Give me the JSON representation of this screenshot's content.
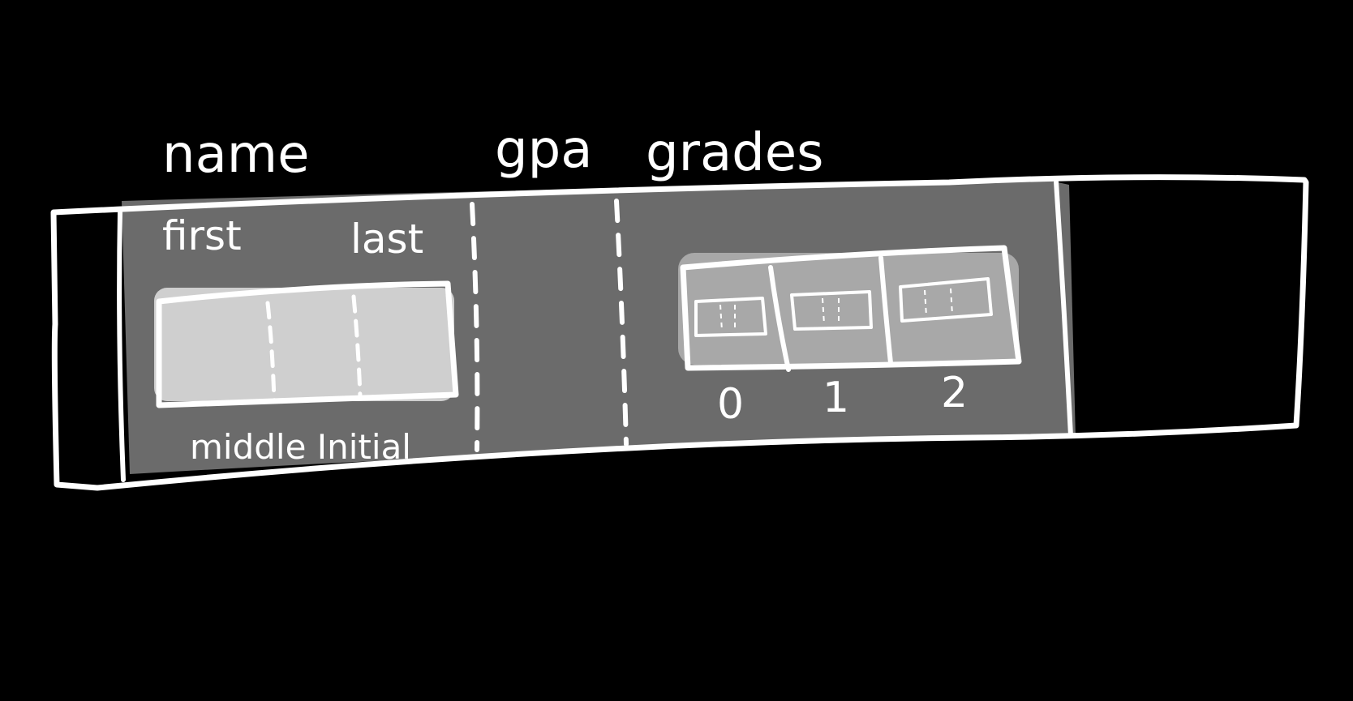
{
  "headers": {
    "name": "name",
    "gpa": "gpa",
    "grades": "grades"
  },
  "name_fields": {
    "first": "first",
    "last": "last",
    "middle": "middle Initial"
  },
  "grade_indices": [
    "0",
    "1",
    "2"
  ],
  "colors": {
    "background": "#000000",
    "stroke": "#ffffff",
    "struct_fill": "#6b6b6b",
    "name_block_fill": "#cfcfcf",
    "grades_block_fill": "#a8a8a8"
  }
}
